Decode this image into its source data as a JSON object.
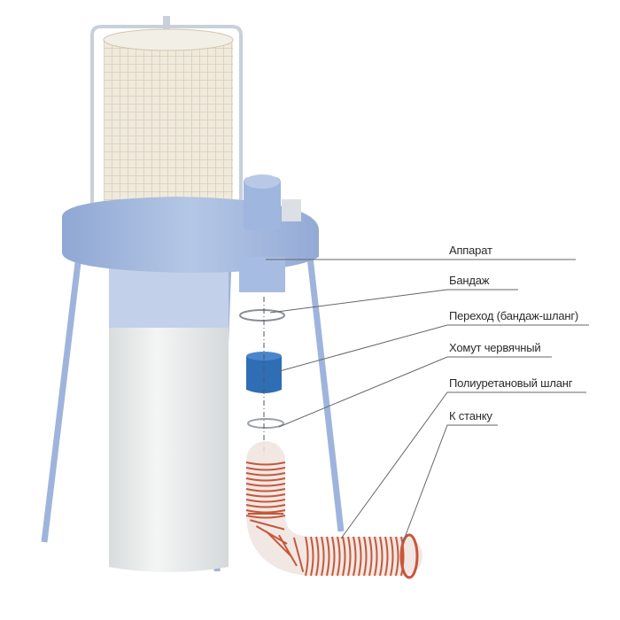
{
  "labels": {
    "apparatus": "Аппарат",
    "bandage": "Бандаж",
    "adapter": "Переход (бандаж-шланг)",
    "worm_clamp": "Хомут червячный",
    "hose": "Полиуретановый шланг",
    "to_machine": "К станку"
  },
  "colors": {
    "body": "#a9bde0",
    "dark_blue": "#2f6db5",
    "hose": "#c7573a",
    "bag": "#eceeee",
    "filter": "#eae5d6"
  }
}
